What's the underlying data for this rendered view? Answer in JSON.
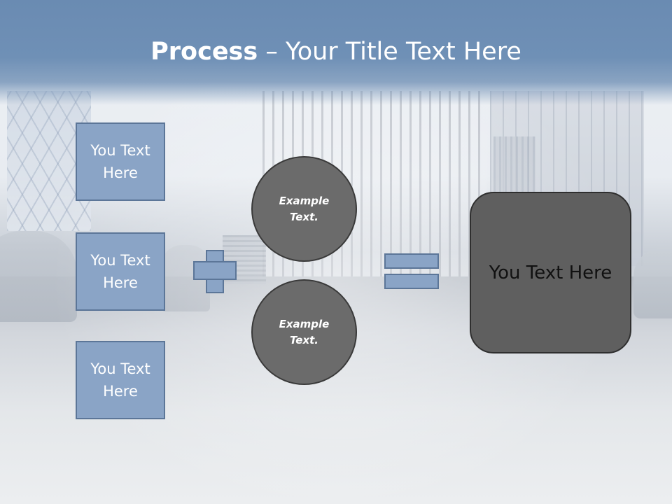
{
  "slide": {
    "title_bold": "Process",
    "title_rest": " – Your Title Text Here"
  },
  "left_boxes": [
    {
      "label": "You Text Here"
    },
    {
      "label": "You Text Here"
    },
    {
      "label": "You Text Here"
    }
  ],
  "circles": [
    {
      "label": "Example Text."
    },
    {
      "label": "Example Text."
    }
  ],
  "result_box": {
    "label": "You Text Here"
  },
  "colors": {
    "title_bar": "#6f90b6",
    "box_fill": "#8aa4c6",
    "box_border": "#5c7698",
    "circle_fill": "#6b6b6b",
    "result_fill": "#5f5f5f"
  },
  "icons": {
    "operator_1": "plus-icon",
    "operator_2": "equals-icon"
  }
}
